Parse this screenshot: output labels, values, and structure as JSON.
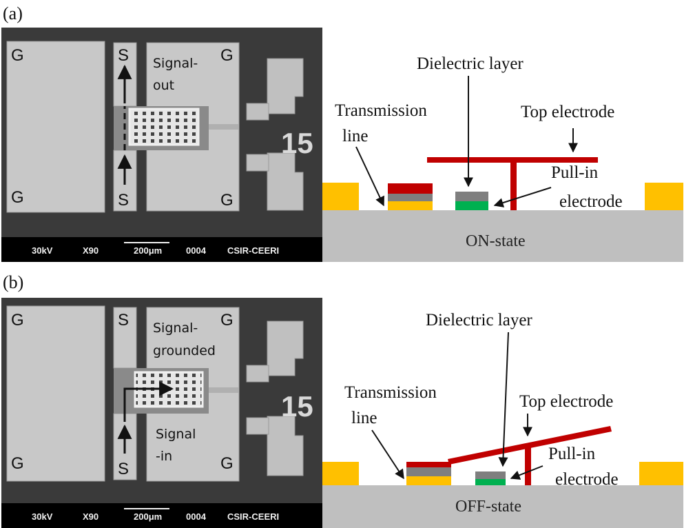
{
  "panels": [
    {
      "label": "(a)",
      "sem": {
        "g_labels": [
          "G",
          "G",
          "G",
          "G"
        ],
        "s_labels": [
          "S",
          "S"
        ],
        "signal_text": [
          "Signal-",
          "out"
        ],
        "bar": {
          "voltage": "30kV",
          "magnification": "X90",
          "scale": "200μm",
          "number": "0004",
          "institution": "CSIR-CEERI"
        },
        "big_number": "15"
      },
      "diagram": {
        "dielectric_label": "Dielectric layer",
        "top_electrode_label": "Top electrode",
        "transmission_label": [
          "Transmission",
          "line"
        ],
        "pullin_label": [
          "Pull-in",
          "electrode"
        ],
        "state_label": "ON-state"
      }
    },
    {
      "label": "(b)",
      "sem": {
        "g_labels": [
          "G",
          "G",
          "G",
          "G"
        ],
        "s_labels": [
          "S",
          "S"
        ],
        "signal_text_top": [
          "Signal-",
          "grounded"
        ],
        "signal_text_bottom": [
          "Signal",
          "-in"
        ],
        "bar": {
          "voltage": "30kV",
          "magnification": "X90",
          "scale": "200μm",
          "number": "0004",
          "institution": "CSIR-CEERI"
        },
        "big_number": "15"
      },
      "diagram": {
        "dielectric_label": "Dielectric layer",
        "top_electrode_label": "Top electrode",
        "transmission_label": [
          "Transmission",
          "line"
        ],
        "pullin_label": [
          "Pull-in",
          "electrode"
        ],
        "state_label": "OFF-state"
      }
    }
  ],
  "colors": {
    "gold": "#FFC000",
    "red": "#C00000",
    "gray_layer": "#7F7F7F",
    "green": "#00B050",
    "substrate": "#BFBFBF",
    "sem_bg": "#3a3a3a",
    "sem_pad": "#c8c8c8"
  }
}
